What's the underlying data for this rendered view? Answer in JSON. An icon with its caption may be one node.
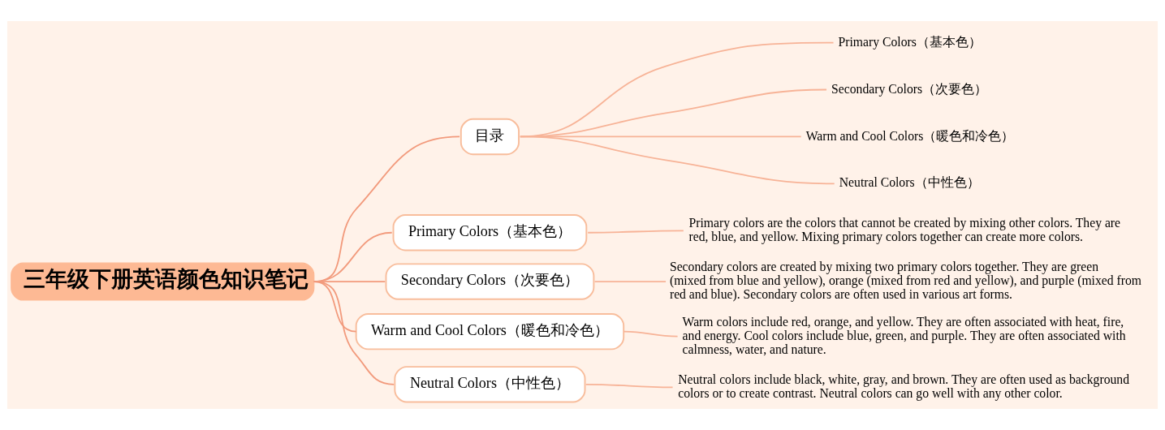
{
  "diagram": {
    "nodes": [
      {
        "text": [
          "三年级下册英语颜色知识笔记"
        ]
      },
      {
        "text": [
          "目录"
        ]
      },
      {
        "text": [
          "Primary Colors（基本色）"
        ]
      },
      {
        "text": [
          "Secondary Colors（次要色）"
        ]
      },
      {
        "text": [
          "Warm and Cool Colors（暖色和冷色）"
        ]
      },
      {
        "text": [
          "Neutral Colors（中性色）"
        ]
      },
      {
        "text": [
          "Primary Colors（基本色）"
        ]
      },
      {
        "text": [
          "Primary colors are the colors that cannot be created by mixing other colors. They are red, blue, and yellow. Mixing primary colors together can create more colors."
        ]
      },
      {
        "text": [
          "Secondary Colors（次要色）"
        ]
      },
      {
        "text": [
          "Secondary colors are created by mixing two primary colors together. They are green (mixed from blue and yellow), orange (mixed from red and yellow), and purple (mixed from red and blue). Secondary colors are often used in various art forms."
        ]
      },
      {
        "text": [
          "Warm and Cool Colors（暖色和冷色）"
        ]
      },
      {
        "text": [
          "Warm colors include red, orange, and yellow. They are often associated with heat, fire, and energy. Cool colors include blue, green, and purple. They are often associated with calmness, water, and nature."
        ]
      },
      {
        "text": [
          "Neutral Colors（中性色）"
        ]
      },
      {
        "text": [
          "Neutral colors include black, white, gray, and brown. They are often used as background colors or to create contrast. Neutral colors can go well with any other color."
        ]
      }
    ],
    "edges": [
      {
        "from": 0,
        "to": 1,
        "arrow": "none"
      },
      {
        "from": 1,
        "to": 2,
        "arrow": "none"
      },
      {
        "from": 1,
        "to": 3,
        "arrow": "none"
      },
      {
        "from": 1,
        "to": 4,
        "arrow": "none"
      },
      {
        "from": 1,
        "to": 5,
        "arrow": "none"
      },
      {
        "from": 0,
        "to": 6,
        "arrow": "none"
      },
      {
        "from": 6,
        "to": 7,
        "arrow": "none"
      },
      {
        "from": 0,
        "to": 8,
        "arrow": "none"
      },
      {
        "from": 8,
        "to": 9,
        "arrow": "none"
      },
      {
        "from": 0,
        "to": 10,
        "arrow": "none"
      },
      {
        "from": 10,
        "to": 11,
        "arrow": "none"
      },
      {
        "from": 0,
        "to": 12,
        "arrow": "none"
      },
      {
        "from": 12,
        "to": 13,
        "arrow": "none"
      }
    ]
  }
}
